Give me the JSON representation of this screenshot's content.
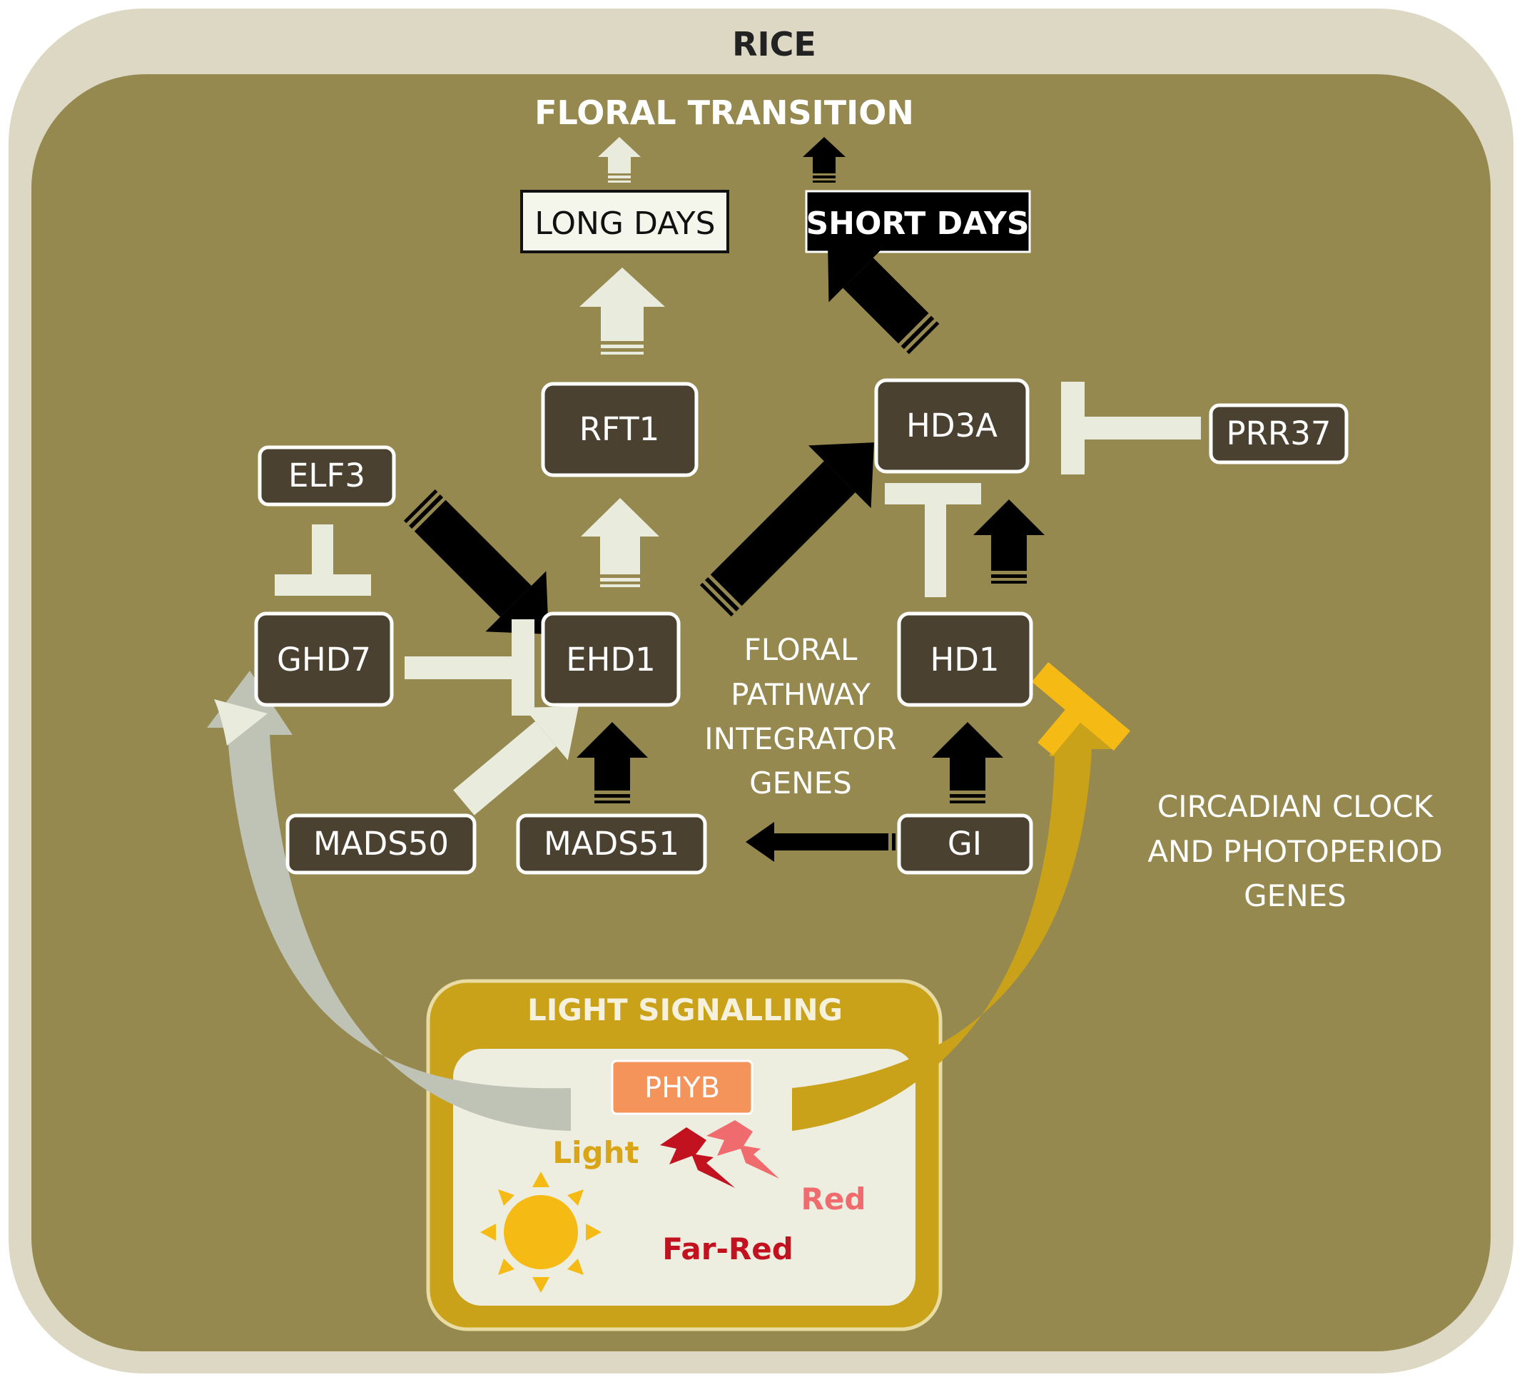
{
  "title": "RICE",
  "output": {
    "label": "FLORAL TRANSITION"
  },
  "conditions": {
    "long_days": "LONG DAYS",
    "short_days": "SHORT DAYS"
  },
  "genes": {
    "rft1": "RFT1",
    "hd3a": "HD3A",
    "prr37": "PRR37",
    "elf3": "ELF3",
    "ghd7": "GHD7",
    "ehd1": "EHD1",
    "hd1": "HD1",
    "mads50": "MADS50",
    "mads51": "MADS51",
    "gi": "GI"
  },
  "group_labels": {
    "integrator": [
      "FLORAL",
      "PATHWAY",
      "INTEGRATOR",
      "GENES"
    ],
    "clock": [
      "CIRCADIAN CLOCK",
      "AND PHOTOPERIOD",
      "GENES"
    ]
  },
  "light_panel": {
    "title": "LIGHT SIGNALLING",
    "phyb": "PHYB",
    "light": "Light",
    "red": "Red",
    "far_red": "Far-Red"
  },
  "colors": {
    "outer_frame": "#ddd8c3",
    "background": "#958950",
    "gene_box": "#4b4130",
    "light_arrow": "#e9ecdd",
    "dark_arrow": "#000000",
    "clock_arrow": "#f5bb14",
    "panel_gold": "#c9a21a",
    "phyb": "#f4935a",
    "red": "#f06b6d",
    "far_red": "#c2111f",
    "light_text": "#d9a516"
  }
}
